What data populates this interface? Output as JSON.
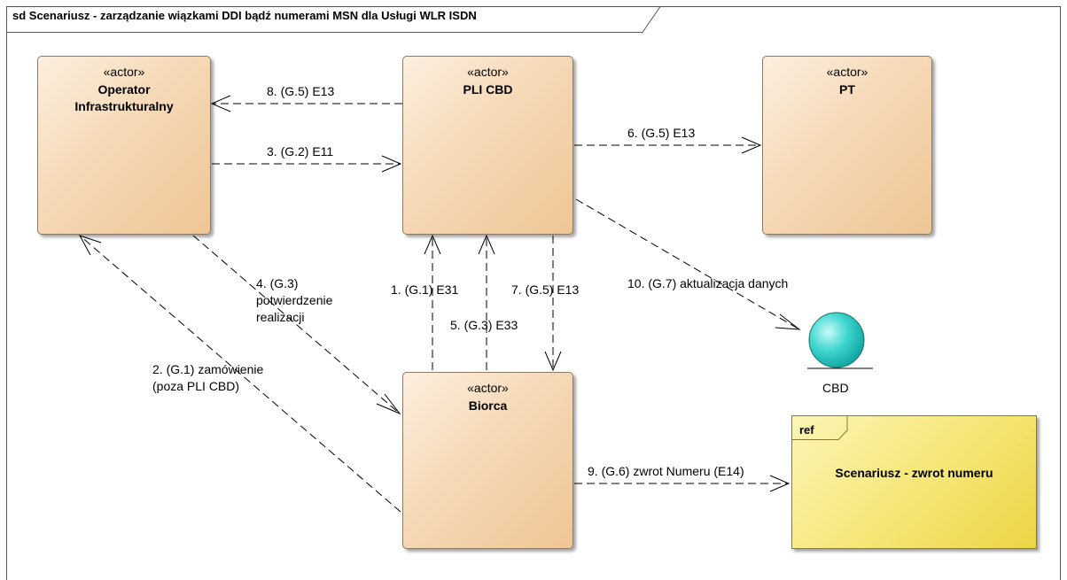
{
  "frame": {
    "title": "sd Scenariusz - zarządzanie wiązkami DDI bądź numerami MSN dla Usługi WLR ISDN"
  },
  "actors": [
    {
      "id": "operator",
      "stereotype": "«actor»",
      "name_lines": [
        "Operator",
        "Infrastrukturalny"
      ]
    },
    {
      "id": "pli",
      "stereotype": "«actor»",
      "name_lines": [
        "PLI CBD"
      ]
    },
    {
      "id": "pt",
      "stereotype": "«actor»",
      "name_lines": [
        "PT"
      ]
    },
    {
      "id": "biorca",
      "stereotype": "«actor»",
      "name_lines": [
        "Biorca"
      ]
    }
  ],
  "entity": {
    "name": "CBD"
  },
  "reference": {
    "tag": "ref",
    "title": "Scenariusz - zwrot numeru"
  },
  "messages": {
    "m1": "1. (G.1) E31",
    "m2": [
      "2. (G.1) zamówienie",
      "(poza PLI CBD)"
    ],
    "m3": "3. (G.2) E11",
    "m4": [
      "4. (G.3)",
      "potwierdzenie",
      "realizacji"
    ],
    "m5": "5. (G.3) E33",
    "m6": "6. (G.5) E13",
    "m7": "7. (G.5) E13",
    "m8": "8. (G.5) E13",
    "m9": "9. (G.6) zwrot Numeru (E14)",
    "m10": "10. (G.7) aktualizacja danych"
  },
  "colors": {
    "actor_fill": "#f6d9b6",
    "ref_fill": "#f6e77a",
    "entity_fill": "#3fd6d0"
  }
}
